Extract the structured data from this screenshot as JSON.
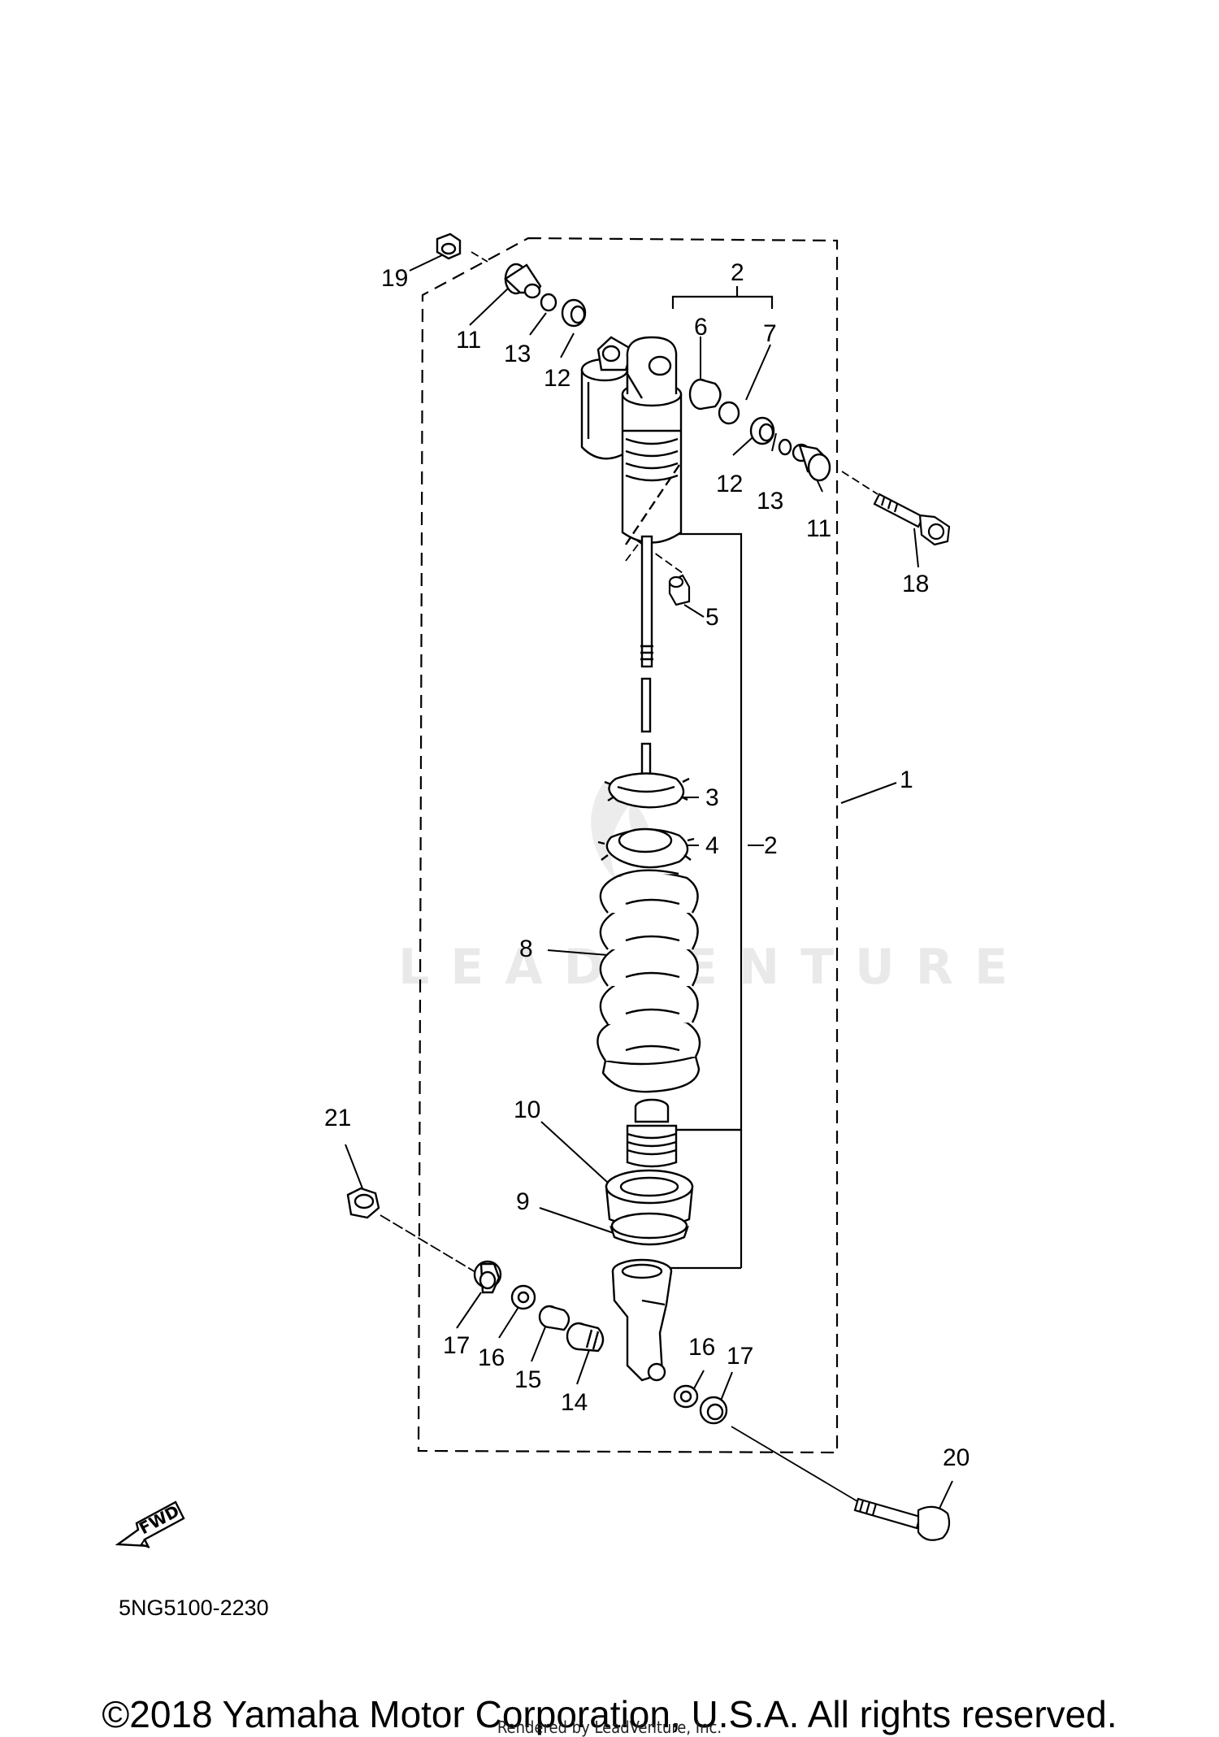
{
  "diagram": {
    "diagram_code": "5NG5100-2230",
    "watermark": "LEADVENTURE",
    "fwd_label": "FWD",
    "callouts": [
      "1",
      "2",
      "2",
      "3",
      "4",
      "5",
      "6",
      "7",
      "8",
      "9",
      "10",
      "11",
      "11",
      "12",
      "12",
      "13",
      "13",
      "14",
      "15",
      "16",
      "16",
      "17",
      "17",
      "18",
      "19",
      "20",
      "21"
    ]
  },
  "footer": {
    "copyright": "©2018 Yamaha Motor Corporation, U.S.A. All rights reserved.",
    "rendered_by": "Rendered by LeadVenture, Inc."
  }
}
